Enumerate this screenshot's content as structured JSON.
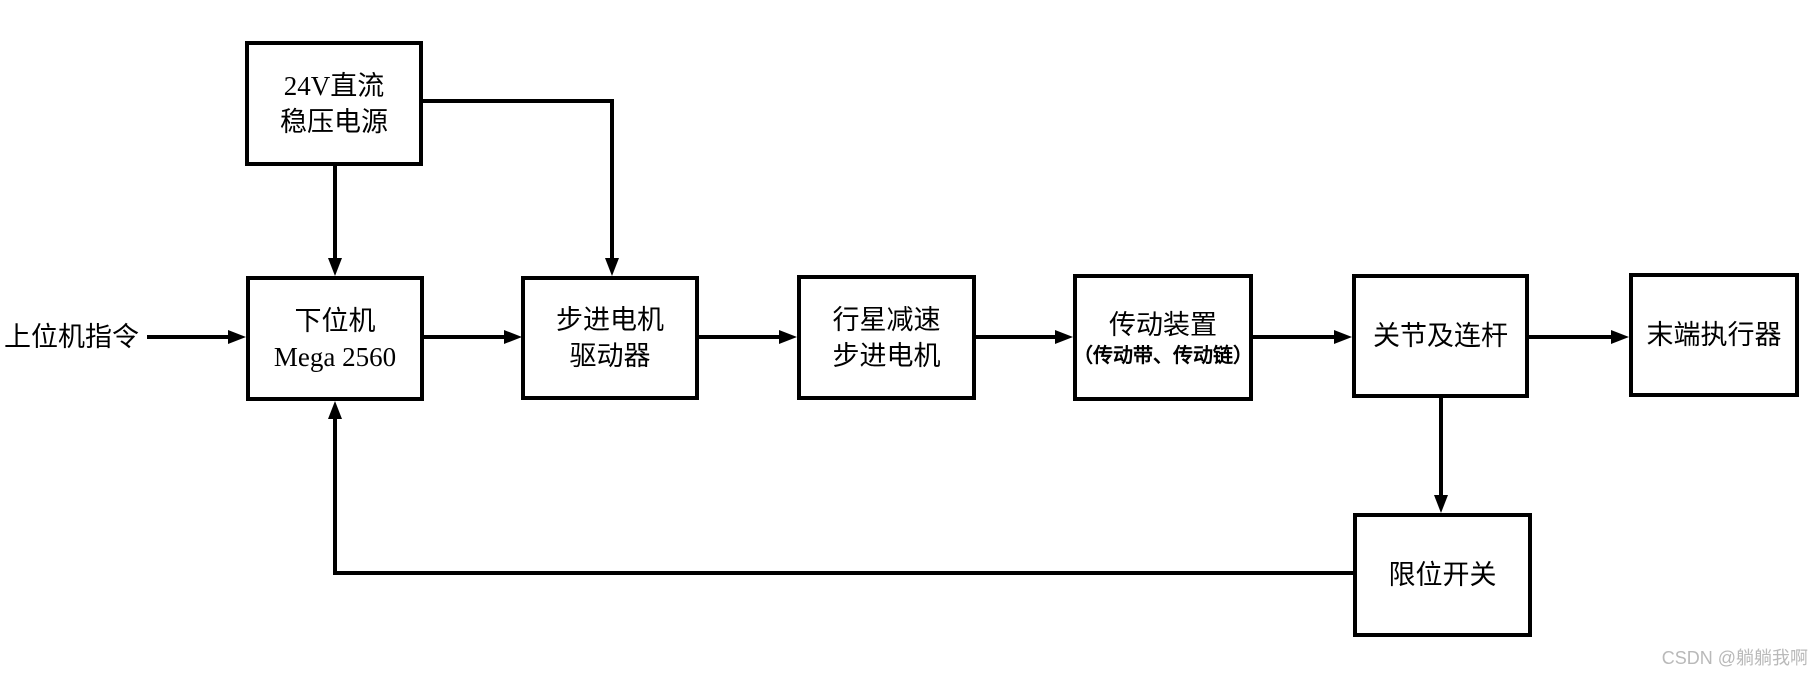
{
  "colors": {
    "stroke": "#000000",
    "box_fill": "#ffffff",
    "background": "#ffffff",
    "watermark": "#b9b9b9"
  },
  "input_label": "上位机指令",
  "nodes": {
    "power": {
      "line1": "24V直流",
      "line2": "稳压电源"
    },
    "mcu": {
      "line1": "下位机",
      "line2": "Mega 2560"
    },
    "driver": {
      "line1": "步进电机",
      "line2": "驱动器"
    },
    "motor": {
      "line1": "行星减速",
      "line2": "步进电机"
    },
    "transmission": {
      "line1": "传动装置",
      "line2": "（传动带、传动链）"
    },
    "joint": {
      "line1": "关节及连杆"
    },
    "effector": {
      "line1": "末端执行器"
    },
    "limit_switch": {
      "line1": "限位开关"
    }
  },
  "connections": [
    {
      "from": "host-command",
      "to": "mcu",
      "type": "arrow"
    },
    {
      "from": "power",
      "to": "mcu",
      "type": "arrow"
    },
    {
      "from": "power",
      "to": "driver",
      "type": "arrow"
    },
    {
      "from": "mcu",
      "to": "driver",
      "type": "arrow"
    },
    {
      "from": "driver",
      "to": "motor",
      "type": "arrow"
    },
    {
      "from": "motor",
      "to": "transmission",
      "type": "arrow"
    },
    {
      "from": "transmission",
      "to": "joint",
      "type": "arrow"
    },
    {
      "from": "joint",
      "to": "effector",
      "type": "arrow"
    },
    {
      "from": "joint",
      "to": "limit_switch",
      "type": "arrow"
    },
    {
      "from": "limit_switch",
      "to": "mcu",
      "type": "arrow-feedback"
    }
  ],
  "watermark": "CSDN @躺躺我啊"
}
